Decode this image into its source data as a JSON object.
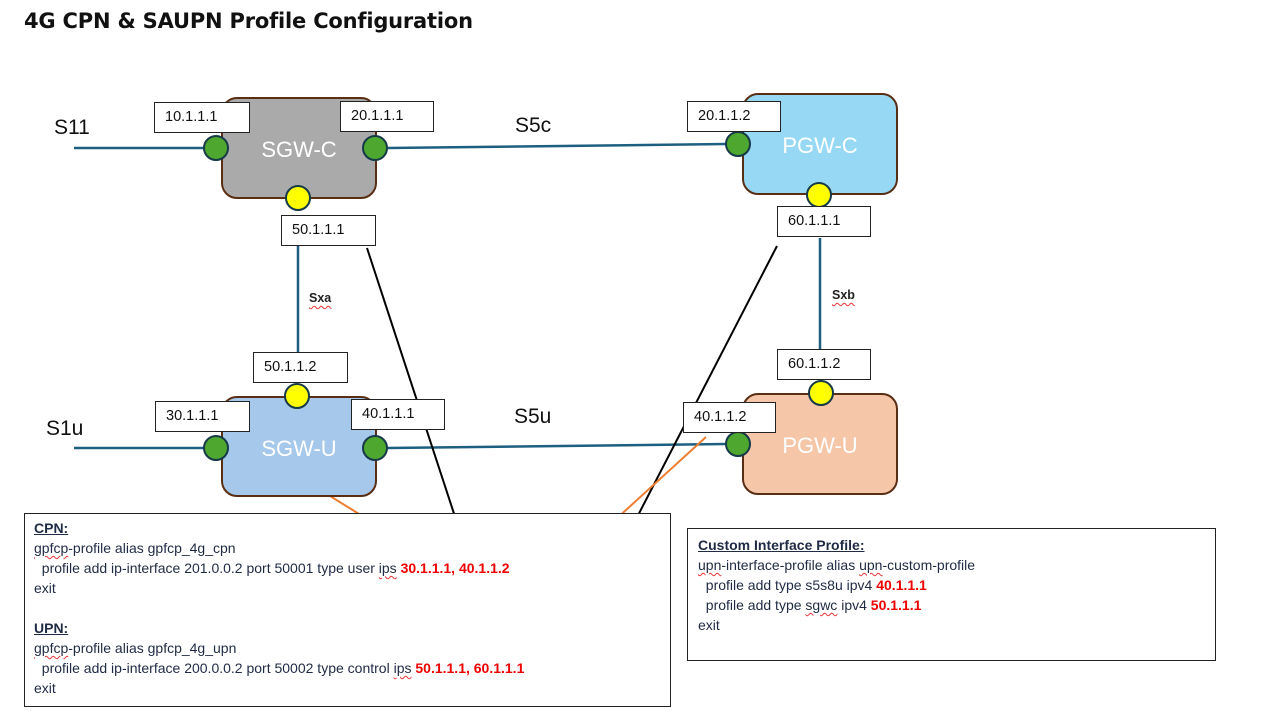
{
  "title": "4G CPN & SAUPN Profile Configuration",
  "colors": {
    "link": "#1d5f80",
    "port_interface": "#4ea72e",
    "port_control": "#ffff00",
    "node_border": "#5a2e14",
    "arrow_user": "#ed7d31",
    "arrow_control": "#000000",
    "highlight_ip": "#ee0000"
  },
  "nodes": {
    "sgw_c": {
      "label": "SGW-C",
      "color": "#aaaaaa"
    },
    "pgw_c": {
      "label": "PGW-C",
      "color": "#97d9f5"
    },
    "sgw_u": {
      "label": "SGW-U",
      "color": "#a6c8ea"
    },
    "pgw_u": {
      "label": "PGW-U",
      "color": "#f5c6a8"
    }
  },
  "interfaces": {
    "s11": "S11",
    "s5c": "S5c",
    "s1u": "S1u",
    "s5u": "S5u",
    "sxa": "Sxa",
    "sxb": "Sxb"
  },
  "ips": {
    "sgw_c_s11": "10.1.1.1",
    "sgw_c_s5c": "20.1.1.1",
    "sgw_c_sxa": "50.1.1.1",
    "pgw_c_s5c": "20.1.1.2",
    "pgw_c_sxb": "60.1.1.1",
    "sgw_u_sxa": "50.1.1.2",
    "sgw_u_s1u": "30.1.1.1",
    "sgw_u_s5u": "40.1.1.1",
    "pgw_u_sxb": "60.1.1.2",
    "pgw_u_s5u": "40.1.1.2"
  },
  "cpn_upn_box": {
    "cpn_heading": "CPN:",
    "cpn_line1_a": "gpfcp",
    "cpn_line1_b": "-profile alias gpfcp_4g_cpn",
    "cpn_line2": "  profile add ip-interface 201.0.0.2 port 50001 type user ",
    "cpn_line2_ips_word": "ips",
    "cpn_line2_ips": "30.1.1.1, 40.1.1.2",
    "cpn_exit": "exit",
    "upn_heading": "UPN:",
    "upn_line1_a": "gpfcp",
    "upn_line1_b": "-profile alias gpfcp_4g_upn",
    "upn_line2": "  profile add ip-interface 200.0.0.2 port 50002 type control ",
    "upn_line2_ips_word": "ips",
    "upn_line2_ips": "50.1.1.1, 60.1.1.1",
    "upn_exit": "exit"
  },
  "custom_box": {
    "heading": "Custom Interface Profile:",
    "line1_a": "upn",
    "line1_b": "-interface-profile alias ",
    "line1_c": "upn",
    "line1_d": "-custom-profile",
    "line2": "  profile add type s5s8u ipv4 ",
    "line2_ip": "40.1.1.1",
    "line3_a": "  profile add type ",
    "line3_b": "sgwc",
    "line3_c": " ipv4 ",
    "line3_ip": "50.1.1.1",
    "exit": "exit"
  }
}
